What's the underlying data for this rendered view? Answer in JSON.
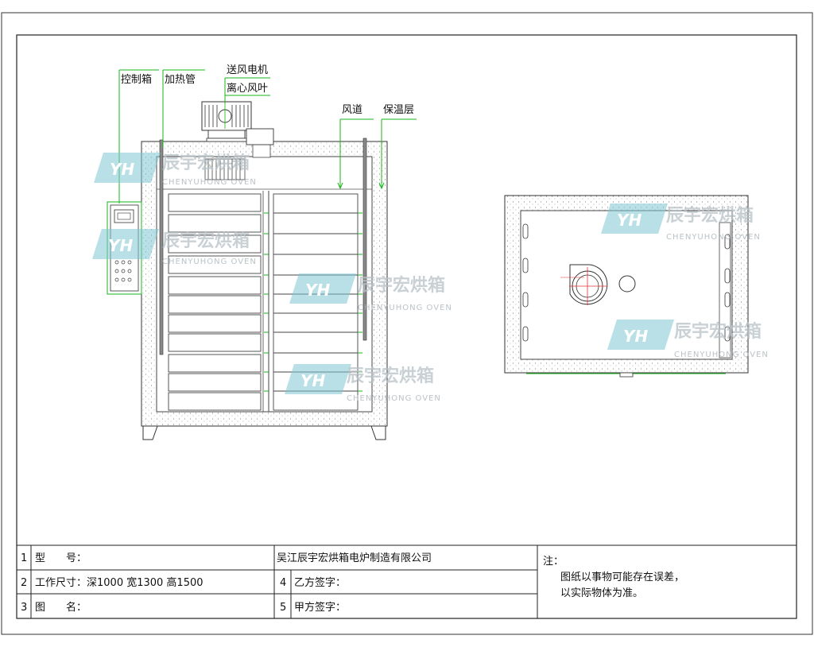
{
  "front_view": {
    "labels": {
      "control_box": "控制箱",
      "heating_tube": "加热管",
      "blower_motor": "送风电机",
      "centrifugal_fan": "离心风叶",
      "air_duct": "风道",
      "insulation": "保温层"
    }
  },
  "watermark": {
    "logo_text": "YH",
    "cn": "辰宇宏烘箱",
    "en": "CHENYUHONG OVEN"
  },
  "title_block": {
    "rows": [
      {
        "num": "1",
        "text": "型　　号："
      },
      {
        "num": "2",
        "text": "工作尺寸：深1000  宽1300  高1500"
      },
      {
        "num": "3",
        "text": "图　　名："
      }
    ],
    "company": "吴江辰宇宏烘箱电炉制造有限公司",
    "right_rows": [
      {
        "num": "4",
        "text": "乙方签字："
      },
      {
        "num": "5",
        "text": "甲方签字："
      }
    ],
    "note": {
      "title": "注：",
      "line1": "图纸以事物可能存在误差，",
      "line2": "以实际物体为准。"
    }
  },
  "colors": {
    "line": "#222222",
    "leader": "#19b419",
    "watermark_logo": "#7ec6d2"
  }
}
